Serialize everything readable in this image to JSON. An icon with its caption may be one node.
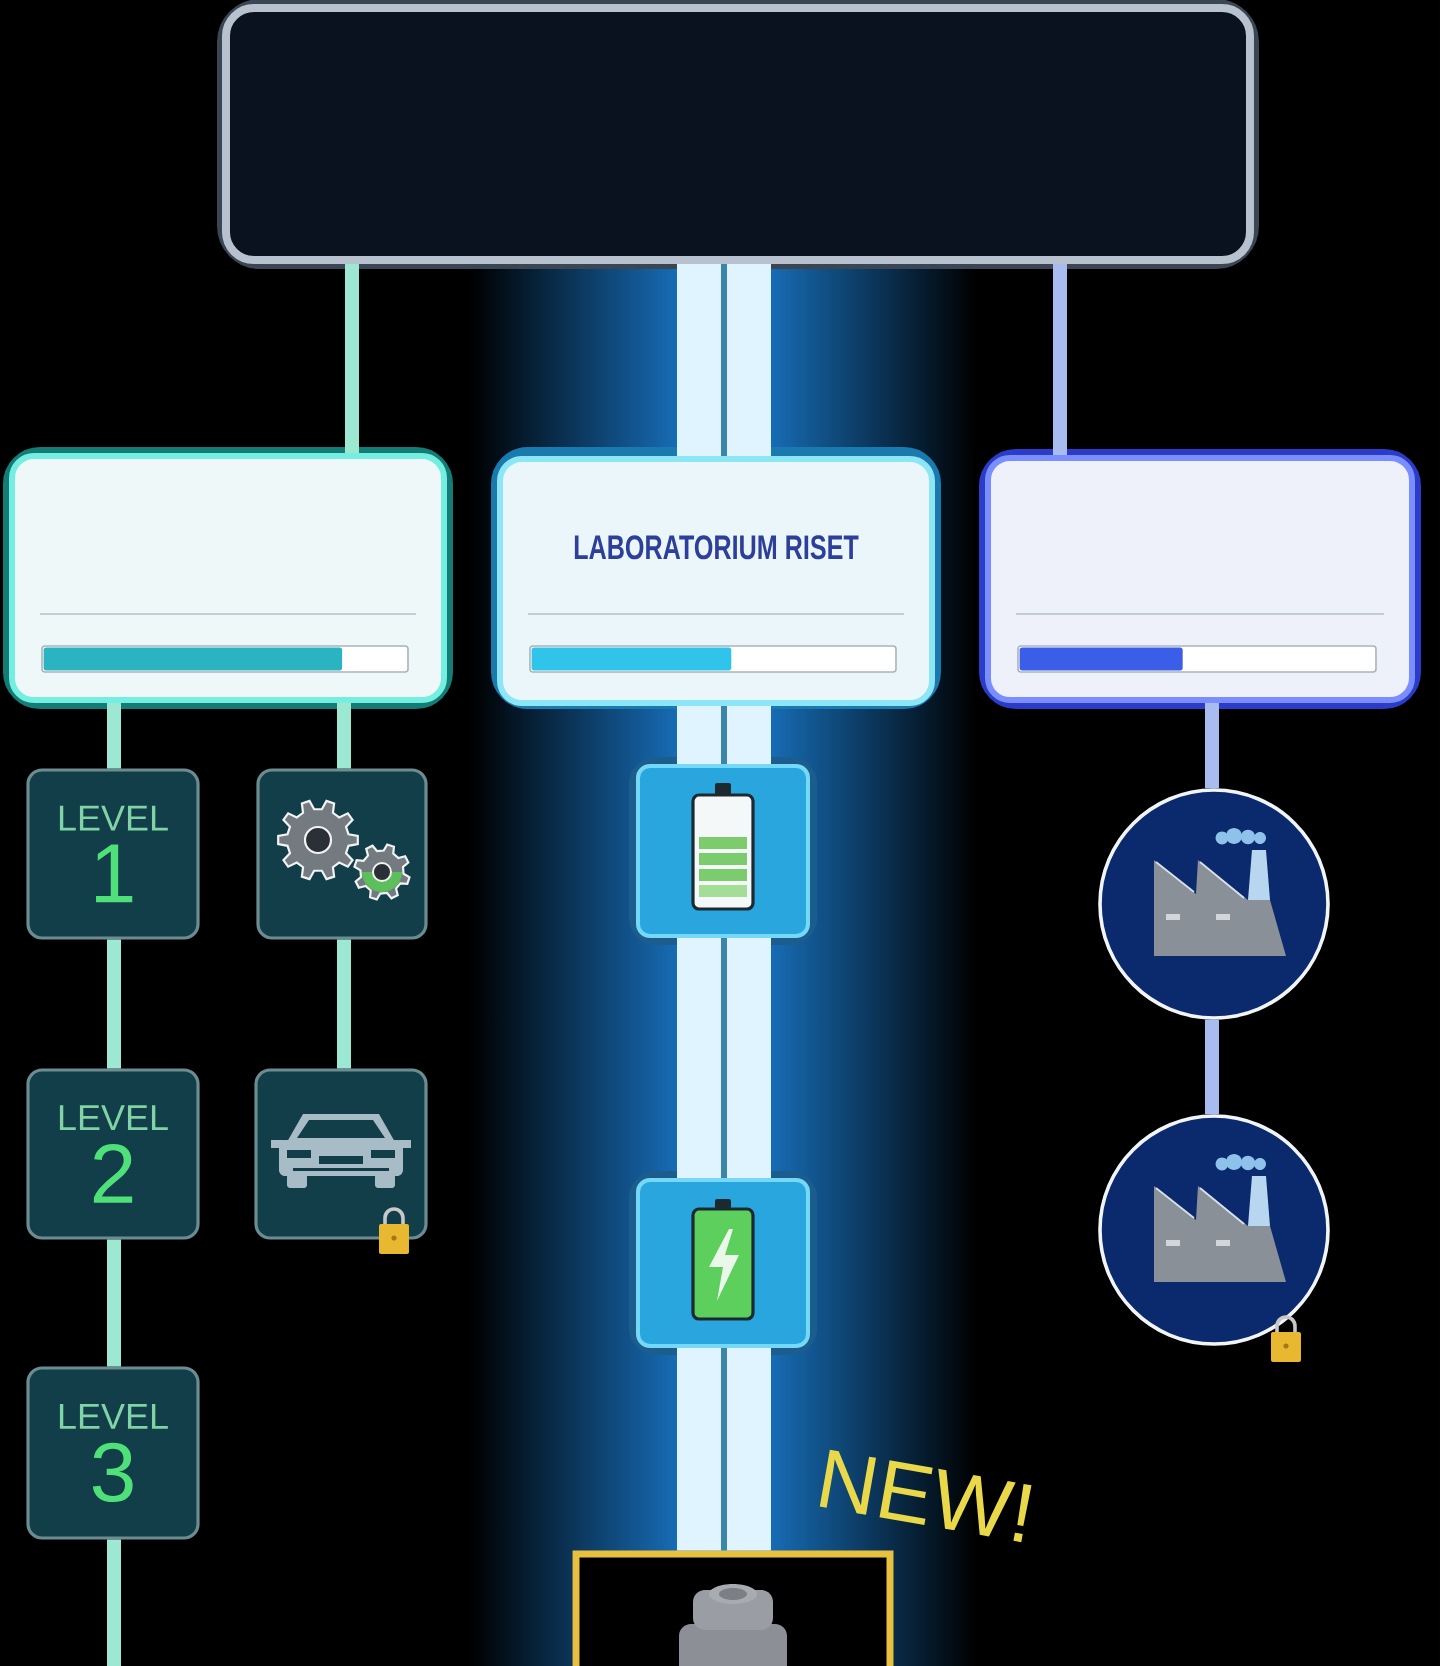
{
  "diagram": {
    "nodes": [
      {
        "text": [],
        "shape": "box"
      },
      {
        "text": [],
        "shape": "box"
      },
      {
        "text": [
          "LABORATORIUM RISET"
        ]
      },
      {
        "text": [],
        "shape": "box"
      },
      {
        "text": [
          "LEVEL",
          "1"
        ]
      },
      {
        "text": [],
        "shape": "box"
      },
      {
        "text": [],
        "shape": "box"
      },
      {
        "text": [],
        "shape": "circle"
      },
      {
        "text": [
          "LEVEL",
          "2"
        ]
      },
      {
        "text": [],
        "shape": "box"
      },
      {
        "text": [],
        "shape": "box"
      },
      {
        "text": [],
        "shape": "circle"
      },
      {
        "text": [
          "LEVEL",
          "3"
        ]
      },
      {
        "text": [],
        "shape": "box"
      }
    ],
    "edges": [
      {
        "from": 0,
        "to": 1,
        "arrow": "none"
      },
      {
        "from": 0,
        "to": 2,
        "arrow": "none",
        "style": "thick",
        "color": "#dff4ff"
      },
      {
        "from": 0,
        "to": 3,
        "arrow": "none",
        "color": "#a9bcf0"
      },
      {
        "from": 1,
        "to": 4,
        "arrow": "none"
      },
      {
        "from": 1,
        "to": 5,
        "arrow": "none"
      },
      {
        "from": 2,
        "to": 6,
        "arrow": "none",
        "style": "thick",
        "color": "#dff4ff"
      },
      {
        "from": 3,
        "to": 7,
        "arrow": "none",
        "color": "#a9bcf0"
      },
      {
        "from": 4,
        "to": 8,
        "arrow": "none"
      },
      {
        "from": 5,
        "to": 9,
        "arrow": "none"
      },
      {
        "from": 6,
        "to": 10,
        "arrow": "none",
        "style": "thick",
        "color": "#dff4ff"
      },
      {
        "from": 7,
        "to": 11,
        "arrow": "none",
        "color": "#a9bcf0"
      },
      {
        "from": 8,
        "to": 12,
        "arrow": "none"
      },
      {
        "from": 12,
        "to": null,
        "arrow": "none"
      },
      {
        "from": 10,
        "to": 13,
        "arrow": "none",
        "style": "thick",
        "color": "#dff4ff"
      }
    ],
    "labels": [
      "NEW!"
    ]
  }
}
